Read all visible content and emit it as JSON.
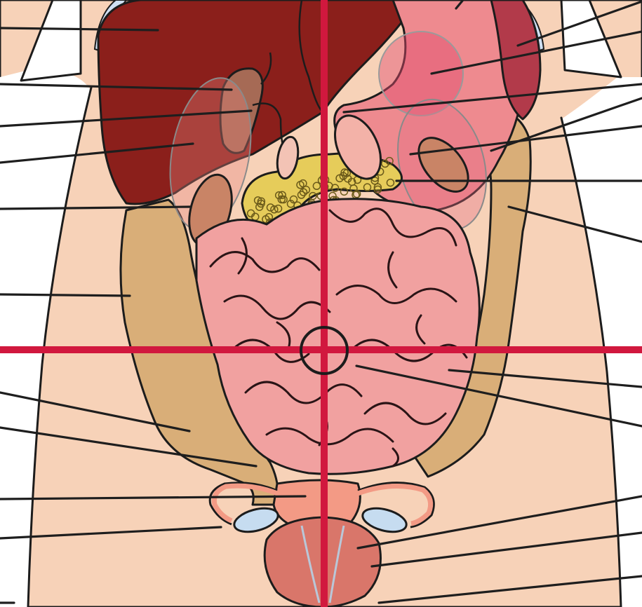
{
  "diagram": {
    "kind": "abdominal quadrants anatomy diagram (unlabeled)",
    "colors": {
      "skin": "#f7d2b8",
      "liver": "#8b1f1b",
      "stomach": "#ee8a8f",
      "spleen": "#b23a4a",
      "large_intestine": "#d9ae78",
      "small_intestine": "#f1a1a0",
      "pancreas": "#e6cc5a",
      "gallbladder": "#a66a55",
      "uterus": "#f39a85",
      "ovary": "#c6dcf0",
      "bladder": "#d9766a",
      "quadrant_lines": "#d1183e"
    },
    "quadrant_lines_count": 2,
    "navel_marker": "circle",
    "leader_lines_left_count": 11,
    "leader_lines_right_count": 13
  }
}
